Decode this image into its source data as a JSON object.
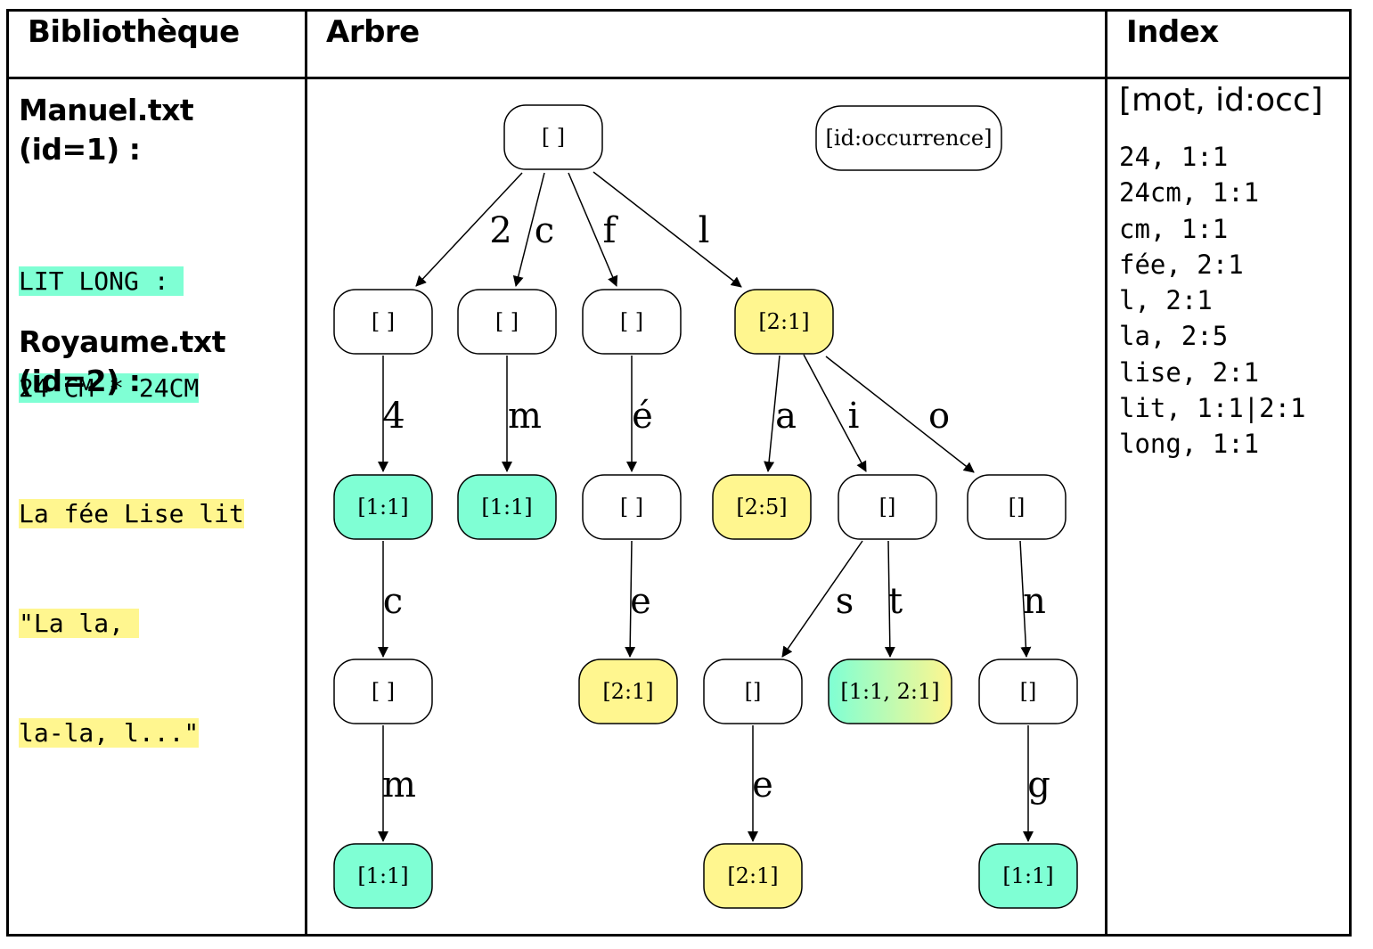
{
  "headers": {
    "library": "Bibliothèque",
    "tree": "Arbre",
    "index": "Index"
  },
  "documents": [
    {
      "title_line1": "Manuel.txt",
      "title_line2": "(id=1) :",
      "text_lines": [
        "LIT LONG : ",
        "24 CM * 24CM"
      ],
      "highlight_color": "#7fffd4"
    },
    {
      "title_line1": "Royaume.txt",
      "title_line2": "(id=2) :",
      "text_lines": [
        "La fée Lise lit",
        "\"La la, ",
        "la-la, l...\""
      ],
      "highlight_color": "#fff68f"
    }
  ],
  "index": {
    "title": "[mot, id:occ]",
    "entries": [
      "24, 1:1",
      "24cm, 1:1",
      "cm, 1:1",
      "fée, 2:1",
      "l, 2:1",
      "la, 2:5",
      "lise, 2:1",
      "lit, 1:1|2:1",
      "long, 1:1"
    ]
  },
  "tree": {
    "legend": "[id:occurrence]",
    "colors": {
      "doc1": "#7fffd4",
      "doc2": "#fff68f",
      "none": "#ffffff"
    },
    "nodes": [
      {
        "id": "root",
        "label": "[ ]",
        "fill": "none"
      },
      {
        "id": "n2",
        "label": "[ ]",
        "fill": "none"
      },
      {
        "id": "nc",
        "label": "[ ]",
        "fill": "none"
      },
      {
        "id": "nf",
        "label": "[ ]",
        "fill": "none"
      },
      {
        "id": "nl",
        "label": "[2:1]",
        "fill": "doc2"
      },
      {
        "id": "n24",
        "label": "[1:1]",
        "fill": "doc1"
      },
      {
        "id": "ncm",
        "label": "[1:1]",
        "fill": "doc1"
      },
      {
        "id": "nfe",
        "label": "[ ]",
        "fill": "none"
      },
      {
        "id": "nla",
        "label": "[2:5]",
        "fill": "doc2"
      },
      {
        "id": "nli",
        "label": "[]",
        "fill": "none"
      },
      {
        "id": "nlo",
        "label": "[]",
        "fill": "none"
      },
      {
        "id": "n24c",
        "label": "[ ]",
        "fill": "none"
      },
      {
        "id": "nfee",
        "label": "[2:1]",
        "fill": "doc2"
      },
      {
        "id": "nlis",
        "label": "[]",
        "fill": "none"
      },
      {
        "id": "nlit",
        "label": "[1:1, 2:1]",
        "fill": "both"
      },
      {
        "id": "nlon",
        "label": "[]",
        "fill": "none"
      },
      {
        "id": "n24cm",
        "label": "[1:1]",
        "fill": "doc1"
      },
      {
        "id": "nlise",
        "label": "[2:1]",
        "fill": "doc2"
      },
      {
        "id": "nlong",
        "label": "[1:1]",
        "fill": "doc1"
      }
    ],
    "edges": [
      {
        "from": "root",
        "to": "n2",
        "label": "2"
      },
      {
        "from": "root",
        "to": "nc",
        "label": "c"
      },
      {
        "from": "root",
        "to": "nf",
        "label": "f"
      },
      {
        "from": "root",
        "to": "nl",
        "label": "l"
      },
      {
        "from": "n2",
        "to": "n24",
        "label": "4"
      },
      {
        "from": "nc",
        "to": "ncm",
        "label": "m"
      },
      {
        "from": "nf",
        "to": "nfe",
        "label": "é"
      },
      {
        "from": "nl",
        "to": "nla",
        "label": "a"
      },
      {
        "from": "nl",
        "to": "nli",
        "label": "i"
      },
      {
        "from": "nl",
        "to": "nlo",
        "label": "o"
      },
      {
        "from": "n24",
        "to": "n24c",
        "label": "c"
      },
      {
        "from": "nfe",
        "to": "nfee",
        "label": "e"
      },
      {
        "from": "nli",
        "to": "nlis",
        "label": "s"
      },
      {
        "from": "nli",
        "to": "nlit",
        "label": "t"
      },
      {
        "from": "nlo",
        "to": "nlon",
        "label": "n"
      },
      {
        "from": "n24c",
        "to": "n24cm",
        "label": "m"
      },
      {
        "from": "nlis",
        "to": "nlise",
        "label": "e"
      },
      {
        "from": "nlon",
        "to": "nlong",
        "label": "g"
      }
    ]
  }
}
